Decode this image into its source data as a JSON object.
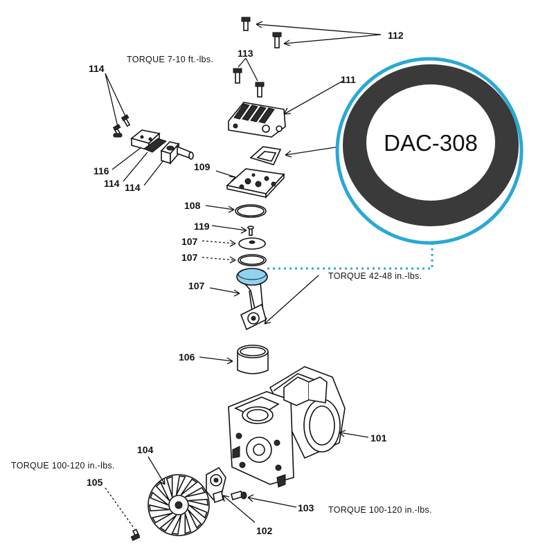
{
  "part_numbers": {
    "p101": "101",
    "p102": "102",
    "p103": "103",
    "p104": "104",
    "p105": "105",
    "p106": "106",
    "p107a": "107",
    "p107b": "107",
    "p107c": "107",
    "p108": "108",
    "p109": "109",
    "p111": "111",
    "p112": "112",
    "p113": "113",
    "p114a": "114",
    "p114b": "114",
    "p114c": "114",
    "p116": "116",
    "p119": "119"
  },
  "torque_notes": {
    "head": "TORQUE  7-10 ft.-lbs.",
    "rod": "TORQUE  42-48 in.-lbs.",
    "fan": "TORQUE  100-120 in.-lbs.",
    "bolt": "TORQUE  100-120 in.-lbs."
  },
  "callout": {
    "label": "DAC-308",
    "ring_color": "#29a8d6",
    "highlight_color": "#8fd3ef",
    "gasket_color": "#3a3a3a"
  }
}
